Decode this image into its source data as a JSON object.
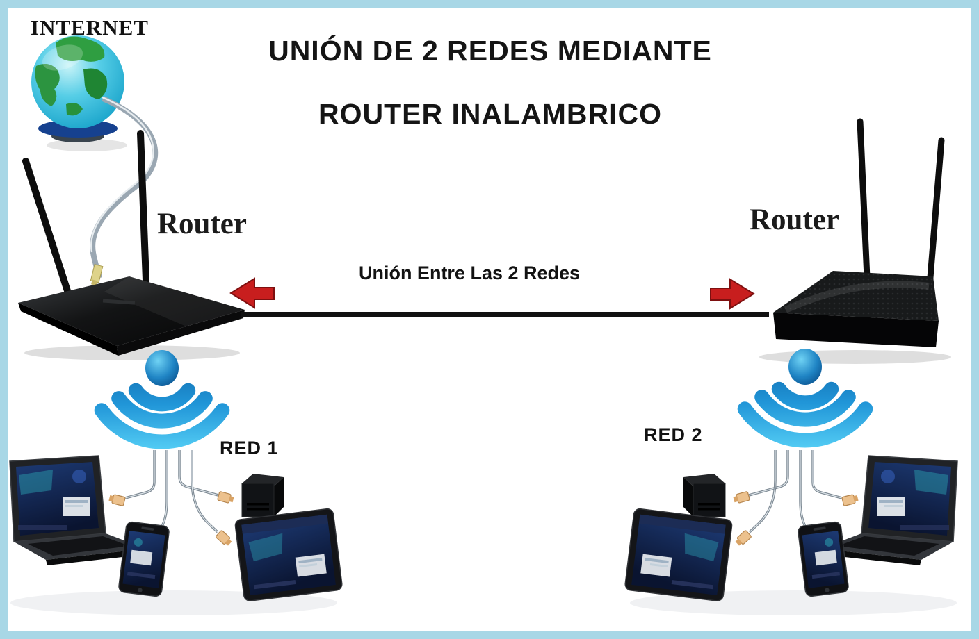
{
  "diagram": {
    "border_color": "#a8d7e6",
    "background": "#ffffff",
    "title_line1": "UNIÓN DE 2 REDES MEDIANTE",
    "title_line2": "ROUTER INALAMBRICO",
    "internet_label": "INTERNET",
    "left_router_label": "Router",
    "right_router_label": "Router",
    "link_label": "Unión Entre Las 2 Redes",
    "network1_label": "RED 1",
    "network2_label": "RED 2",
    "colors": {
      "arrow_red": "#c81e1e",
      "link_line": "#111111",
      "wifi_blue_dark": "#0a5ca0",
      "wifi_blue_light": "#55cef5",
      "globe_teal": "#2fbbdc",
      "globe_green": "#2f9e41",
      "connector_orange": "#ecc18d"
    },
    "icons": {
      "internet": "globe-icon",
      "wireless": "wifi-signal-icon",
      "link_left": "arrow-left-icon",
      "link_right": "arrow-right-icon"
    }
  }
}
